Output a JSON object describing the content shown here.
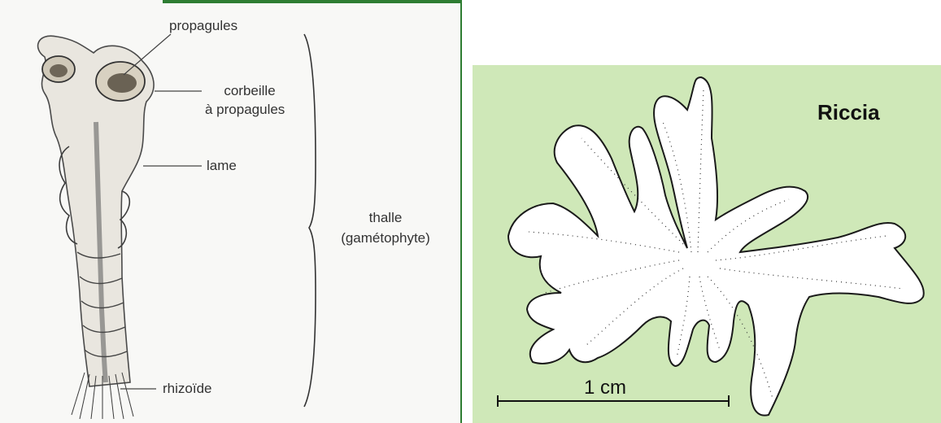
{
  "left_panel": {
    "labels": {
      "propagules": "propagules",
      "corbeille_line1": "corbeille",
      "corbeille_line2": "à propagules",
      "lame": "lame",
      "thalle_line1": "thalle",
      "thalle_line2": "(gamétophyte)",
      "rhizoide": "rhizoïde"
    }
  },
  "right_panel": {
    "title": "Riccia",
    "scale_label": "1 cm"
  },
  "colors": {
    "right_background": "#cfe8b8",
    "left_border": "#2e7d32"
  }
}
